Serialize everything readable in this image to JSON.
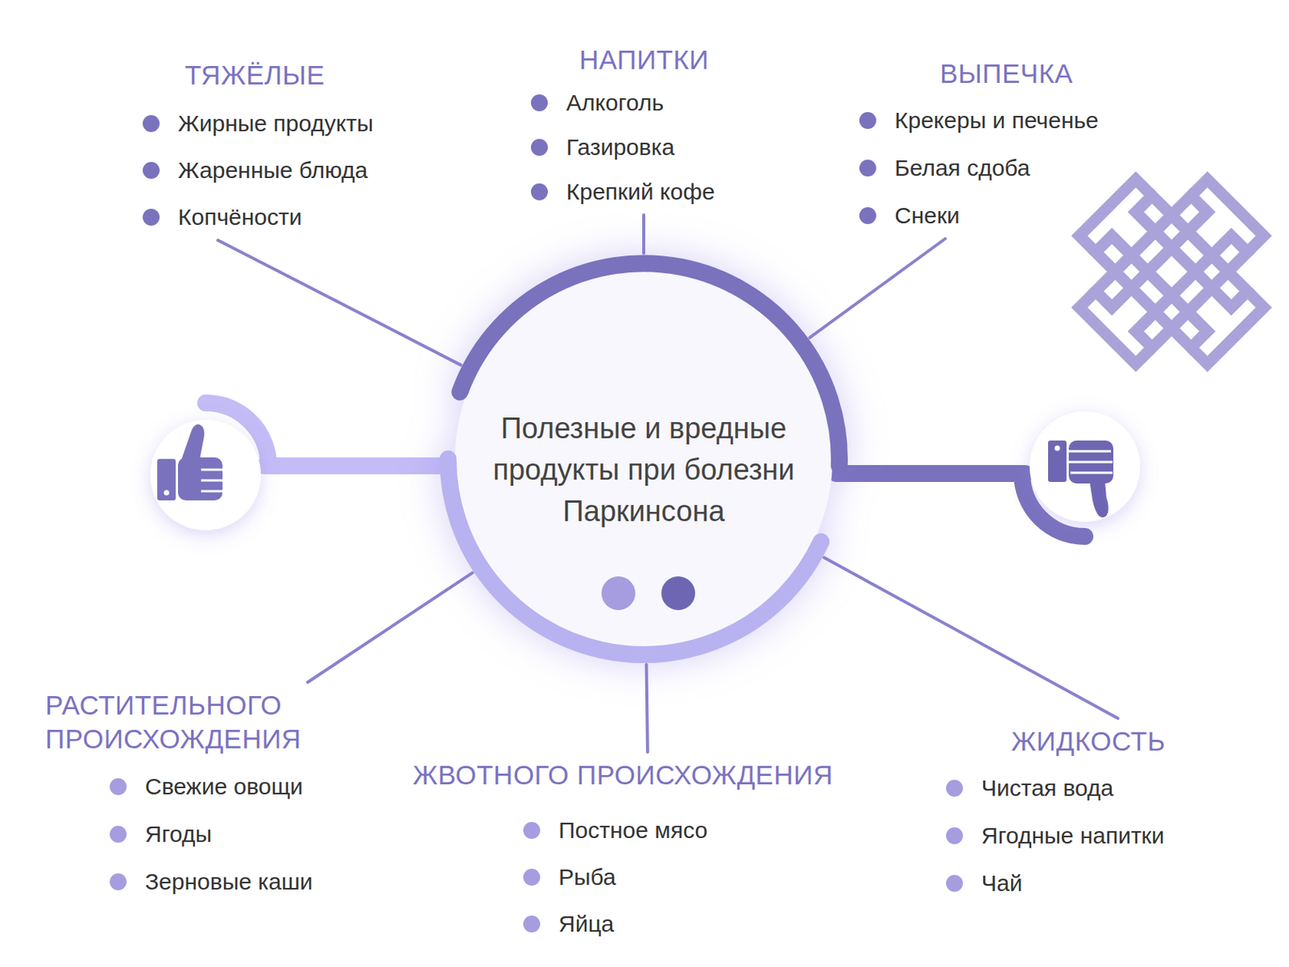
{
  "diagram": {
    "nodes": [
      {
        "text": [
          "ТЯЖЁЛЫЕ",
          "Жирные продукты",
          "Жаренные блюда",
          "Копчёности"
        ]
      },
      {
        "text": [
          "НАПИТКИ",
          "Алкоголь",
          "Газировка",
          "Крепкий кофе"
        ]
      },
      {
        "text": [
          "ВЫПЕЧКА",
          "Крекеры и печенье",
          "Белая сдоба",
          "Снеки"
        ]
      },
      {
        "text": [
          "Полезные и вредные продукты при болезни Паркинсона"
        ]
      },
      {
        "text": [
          "РАСТИТЕЛЬНОГО ПРОИСХОЖДЕНИЯ",
          "Свежие овощи",
          "Ягоды",
          "Зерновые каши"
        ]
      },
      {
        "text": [
          "ЖВОТНОГО ПРОИСХОЖДЕНИЯ",
          "Постное мясо",
          "Рыба",
          "Яйца"
        ]
      },
      {
        "text": [
          "ЖИДКОСТЬ",
          "Чистая вода",
          "Ягодные напитки",
          "Чай"
        ]
      }
    ],
    "edges": [
      {
        "from": 3,
        "to": 0,
        "arrow": "none"
      },
      {
        "from": 3,
        "to": 1,
        "arrow": "none"
      },
      {
        "from": 3,
        "to": 2,
        "arrow": "none"
      },
      {
        "from": 3,
        "to": 4,
        "arrow": "none"
      },
      {
        "from": 3,
        "to": 5,
        "arrow": "none"
      },
      {
        "from": 3,
        "to": 6,
        "arrow": "none"
      }
    ]
  }
}
